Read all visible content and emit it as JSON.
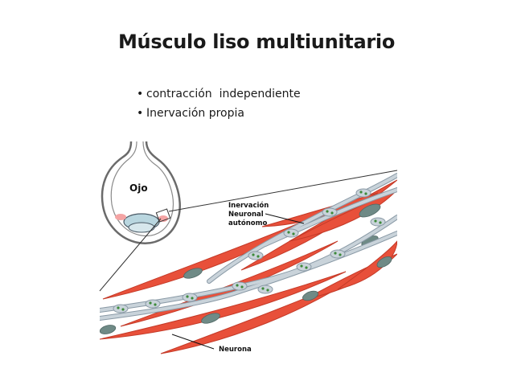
{
  "slide": {
    "title": "Músculo liso multiunitario",
    "bullets": [
      "contracción  independiente",
      "Inervación propia"
    ]
  },
  "figure": {
    "labels": {
      "eye": "Ojo",
      "innervation_line1": "Inervación",
      "innervation_line2": "Neuronal",
      "innervation_line3": "autónomo",
      "neuron": "Neurona"
    },
    "colors": {
      "muscle_fill": "#e8503a",
      "muscle_edge": "#c43a28",
      "nucleus": "#6f8a86",
      "nerve_fill": "#c9d3da",
      "nerve_edge": "#8a9aa6",
      "vesicle": "#3d8a3a"
    }
  }
}
